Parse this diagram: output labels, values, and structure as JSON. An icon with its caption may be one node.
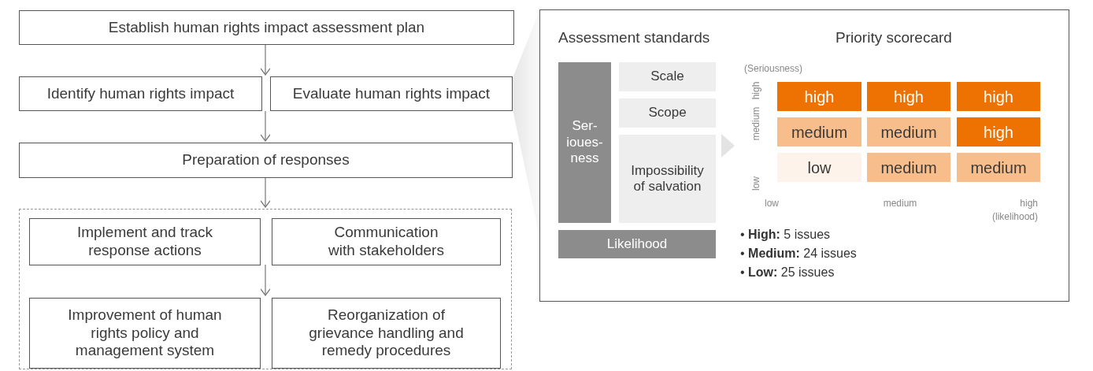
{
  "diagram": {
    "nodes": [
      {
        "text": [
          "Establish human rights impact assessment plan"
        ]
      },
      {
        "text": [
          "Identify human rights impact"
        ]
      },
      {
        "text": [
          "Evaluate human rights impact"
        ]
      },
      {
        "text": [
          "Preparation of responses"
        ]
      },
      {
        "text": [],
        "shape": "box"
      },
      {
        "text": [
          "Implement and track response actions"
        ],
        "in": 4
      },
      {
        "text": [
          "Communication with stakeholders"
        ],
        "in": 4
      },
      {
        "text": [
          "Improvement of human rights policy and management system"
        ],
        "in": 4
      },
      {
        "text": [
          "Reorganization of grievance handling and remedy procedures"
        ],
        "in": 4
      },
      {
        "text": [],
        "shape": "box"
      },
      {
        "text": [
          "Assessment standards"
        ],
        "in": 9
      },
      {
        "text": [
          "Ser- ioues- ness"
        ],
        "in": 10
      },
      {
        "text": [
          "Scale"
        ],
        "in": 10
      },
      {
        "text": [
          "Scope"
        ],
        "in": 10
      },
      {
        "text": [
          "Impossibility of salvation"
        ],
        "in": 10
      },
      {
        "text": [
          "Likelihood"
        ],
        "in": 10
      },
      {
        "text": [
          "Priority scorecard"
        ],
        "in": 9
      },
      {
        "text": [
          "high"
        ],
        "in": 16
      },
      {
        "text": [
          "high"
        ],
        "in": 16
      },
      {
        "text": [
          "high"
        ],
        "in": 16
      },
      {
        "text": [
          "medium"
        ],
        "in": 16
      },
      {
        "text": [
          "medium"
        ],
        "in": 16
      },
      {
        "text": [
          "high"
        ],
        "in": 16
      },
      {
        "text": [
          "low"
        ],
        "in": 16
      },
      {
        "text": [
          "medium"
        ],
        "in": 16
      },
      {
        "text": [
          "medium"
        ],
        "in": 16
      }
    ],
    "edges": [
      {
        "from": 0,
        "to": 1,
        "arrow": "to"
      },
      {
        "from": 0,
        "to": 2,
        "arrow": "to"
      },
      {
        "from": 1,
        "to": 3,
        "arrow": "to"
      },
      {
        "from": 2,
        "to": 3,
        "arrow": "to"
      },
      {
        "from": 3,
        "to": 4,
        "arrow": "to"
      },
      {
        "from": 5,
        "to": 7,
        "arrow": "to"
      },
      {
        "from": 6,
        "to": 8,
        "arrow": "to"
      },
      {
        "from": 10,
        "to": 16,
        "arrow": "to"
      },
      {
        "from": 2,
        "to": 9,
        "arrow": "none"
      }
    ],
    "labels": [
      "(Seriousness)",
      "high",
      "medium",
      "low",
      "low",
      "medium",
      "high",
      "(likelihood)",
      "• **High:** 5 issues",
      "• **Medium:** 24 issues",
      "• **Low:** 25 issues"
    ]
  }
}
